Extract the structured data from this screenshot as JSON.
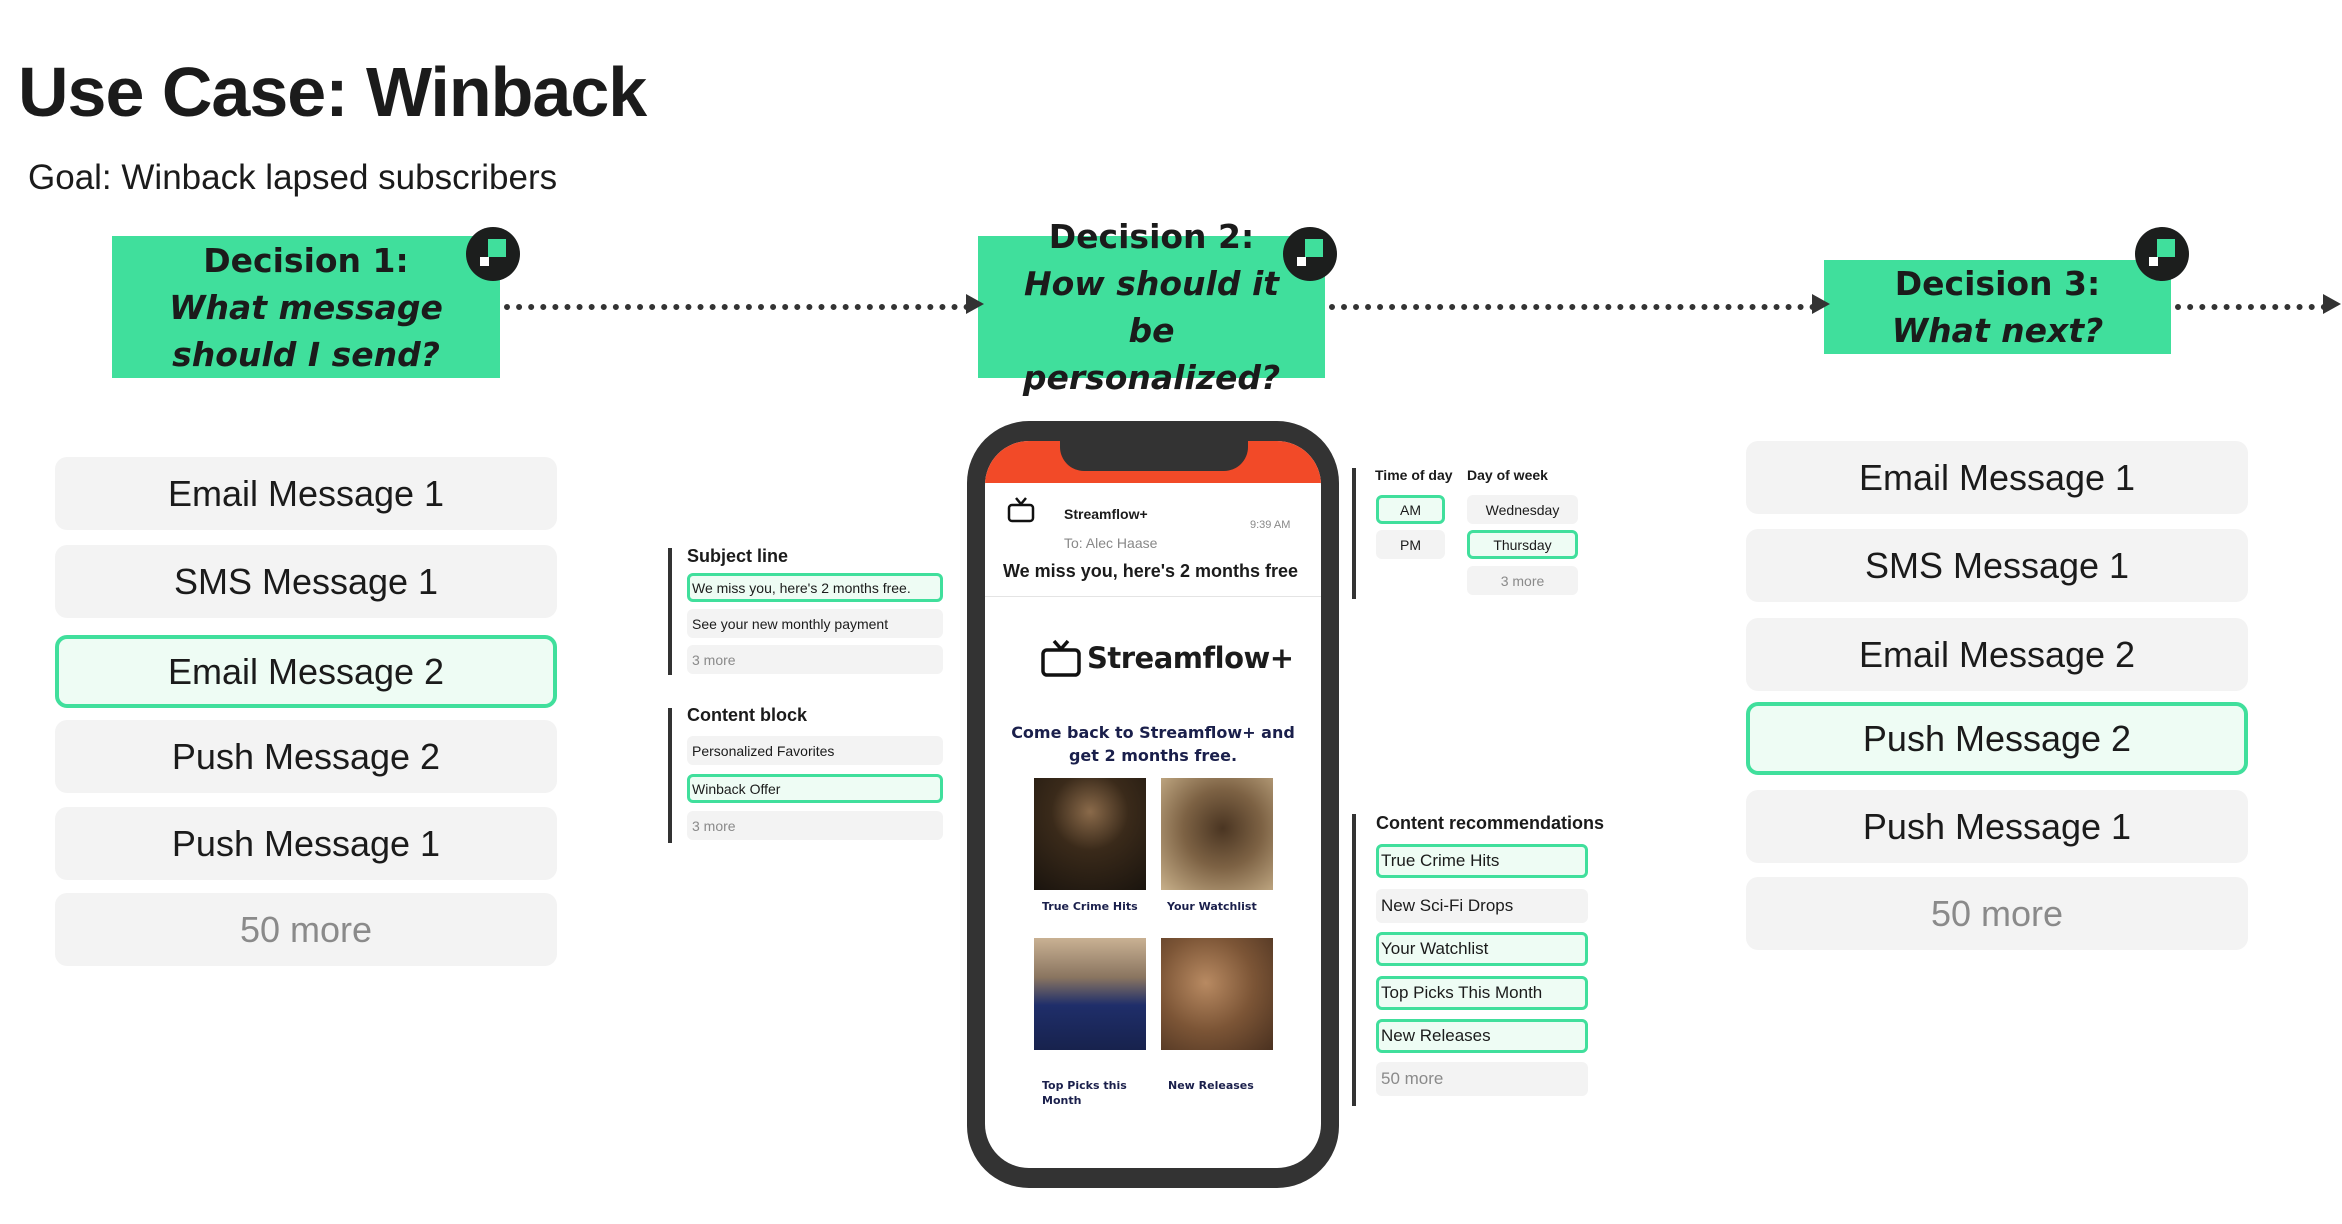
{
  "title": "Use Case: Winback",
  "goal": "Goal: Winback lapsed subscribers",
  "decisions": [
    {
      "heading": "Decision 1:",
      "question": "What message should I send?"
    },
    {
      "heading": "Decision 2:",
      "question": "How should it be personalized?"
    },
    {
      "heading": "Decision 3:",
      "question": "What next?"
    }
  ],
  "left_messages": [
    {
      "label": "Email Message 1",
      "selected": false
    },
    {
      "label": "SMS Message 1",
      "selected": false
    },
    {
      "label": "Email Message 2",
      "selected": true
    },
    {
      "label": "Push Message 2",
      "selected": false
    },
    {
      "label": "Push Message 1",
      "selected": false
    },
    {
      "label": "50 more",
      "selected": false
    }
  ],
  "right_messages": [
    {
      "label": "Email Message 1",
      "selected": false
    },
    {
      "label": "SMS Message 1",
      "selected": false
    },
    {
      "label": "Email Message 2",
      "selected": false
    },
    {
      "label": "Push Message 2",
      "selected": true
    },
    {
      "label": "Push Message 1",
      "selected": false
    },
    {
      "label": "50 more",
      "selected": false
    }
  ],
  "subject_line": {
    "title": "Subject line",
    "options": [
      "We miss you, here's 2 months free.",
      "See your new monthly payment",
      "3 more"
    ],
    "selected": 0
  },
  "content_block": {
    "title": "Content block",
    "options": [
      "Personalized Favorites",
      "Winback Offer",
      "3 more"
    ],
    "selected": 1
  },
  "time_of_day": {
    "title": "Time of day",
    "options": [
      "AM",
      "PM"
    ],
    "selected": 0
  },
  "day_of_week": {
    "title": "Day of week",
    "options": [
      "Wednesday",
      "Thursday",
      "3 more"
    ],
    "selected": 1
  },
  "content_recommendations": {
    "title": "Content  recommendations",
    "options": [
      "True Crime Hits",
      "New Sci-Fi Drops",
      "Your Watchlist",
      "Top Picks This Month",
      "New Releases",
      "50 more"
    ],
    "selected": [
      0,
      2,
      3,
      4
    ]
  },
  "email": {
    "sender": "Streamflow+",
    "to": "To: Alec Haase",
    "time": "9:39 AM",
    "subject": "We miss you, here's 2 months free",
    "logo": "Streamflow+",
    "headline": "Come back to Streamflow+ and get 2 months free.",
    "tiles": [
      "True Crime Hits",
      "Your Watchlist",
      "Top Picks this Month",
      "New Releases"
    ]
  },
  "colors": {
    "accent": "#40df9c",
    "selected_bg": "#eefcf4",
    "phone_header": "#f24a28",
    "headline": "#1a1f4b"
  }
}
